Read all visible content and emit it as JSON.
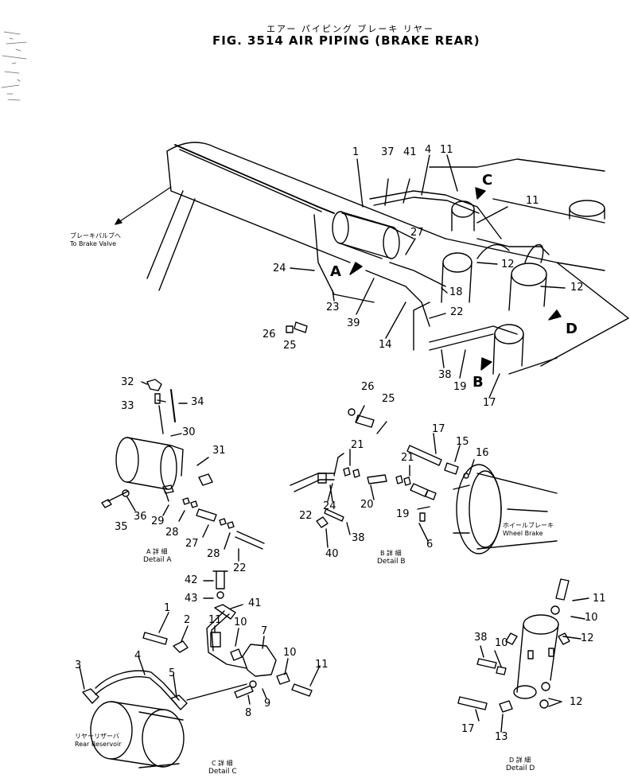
{
  "header": {
    "title_jp": "エアー パイピング ブレーキ リヤー",
    "title_en": "FIG. 3514  AIR PIPING (BRAKE REAR)"
  },
  "notes": {
    "brake_valve_jp": "ブレーキバルブへ",
    "brake_valve_en": "To Brake Valve",
    "wheel_brake_jp": "ホイールブレーキ",
    "wheel_brake_en": "Wheel Brake",
    "rear_reservoir_jp": "リヤーリザーバ",
    "rear_reservoir_en": "Rear Reservoir"
  },
  "details": {
    "a_jp": "A 詳 細",
    "a_en": "Detail A",
    "b_jp": "B 詳 細",
    "b_en": "Detail B",
    "c_jp": "C 詳 細",
    "c_en": "Detail C",
    "d_jp": "D 詳 細",
    "d_en": "Detail D"
  },
  "view_letters": {
    "a": "A",
    "b": "B",
    "c": "C",
    "d": "D"
  },
  "callouts": {
    "main": [
      "1",
      "37",
      "41",
      "4",
      "11",
      "11",
      "27",
      "12",
      "12",
      "24",
      "18",
      "22",
      "23",
      "39",
      "26",
      "25",
      "14",
      "38",
      "19",
      "17"
    ],
    "detail_a": [
      "32",
      "33",
      "34",
      "30",
      "31",
      "35",
      "36",
      "29",
      "28",
      "27",
      "28",
      "22"
    ],
    "detail_b": [
      "26",
      "25",
      "17",
      "15",
      "16",
      "21",
      "21",
      "22",
      "24",
      "20",
      "19",
      "6",
      "38",
      "40"
    ],
    "detail_c": [
      "42",
      "43",
      "41",
      "1",
      "2",
      "11",
      "10",
      "7",
      "4",
      "3",
      "5",
      "10",
      "11",
      "8",
      "9"
    ],
    "detail_d": [
      "11",
      "10",
      "12",
      "38",
      "10",
      "12",
      "17",
      "13"
    ]
  }
}
